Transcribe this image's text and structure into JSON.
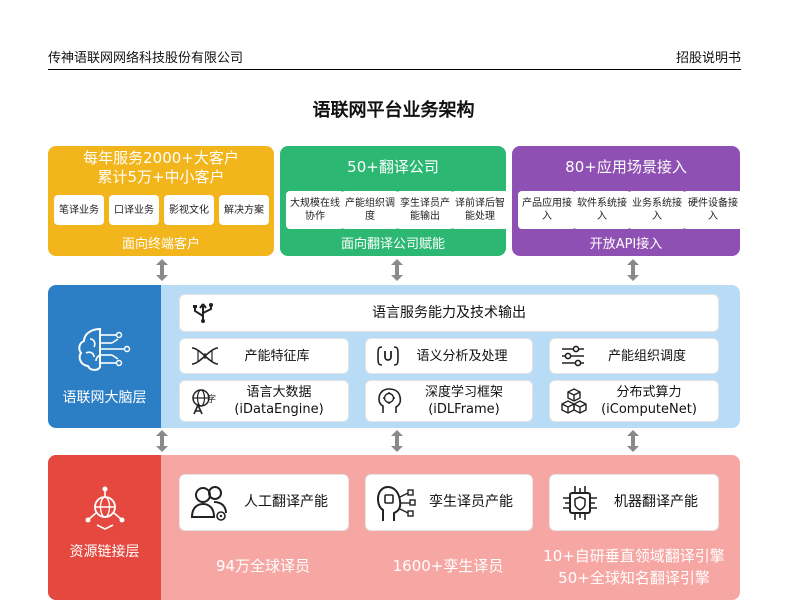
{
  "header": {
    "company": "传神语联网网络科技股份有限公司",
    "doc": "招股说明书"
  },
  "title": "语联网平台业务架构",
  "top": [
    {
      "lines": [
        "每年服务2000+大客户",
        "累计5万+中小客户"
      ],
      "chips": [
        "笔译业务",
        "口译业务",
        "影视文化",
        "解决方案"
      ],
      "footer": "面向终端客户",
      "color": "#f2b51c"
    },
    {
      "lines": [
        "50+翻译公司"
      ],
      "chips": [
        "大规模在线协作",
        "产能组织调度",
        "孪生译员产能输出",
        "译前译后智能处理"
      ],
      "footer": "面向翻译公司赋能",
      "color": "#2cb872"
    },
    {
      "lines": [
        "80+应用场景接入"
      ],
      "chips": [
        "产品应用接入",
        "软件系统接入",
        "业务系统接入",
        "硬件设备接入"
      ],
      "footer": "开放API接入",
      "color": "#8e51b3"
    }
  ],
  "brain": {
    "side_label": "语联网大脑层",
    "banner": "语言服务能力及技术输出",
    "cards": [
      {
        "label": "产能特征库",
        "icon": "dna-icon"
      },
      {
        "label": "语义分析及处理",
        "icon": "semantic-icon"
      },
      {
        "label": "产能组织调度",
        "icon": "sliders-icon"
      },
      {
        "label": "语言大数据\n(iDataEngine)",
        "icon": "globe-language-icon"
      },
      {
        "label": "深度学习框架\n(iDLFrame)",
        "icon": "head-learning-icon"
      },
      {
        "label": "分布式算力\n(iComputeNet)",
        "icon": "cubes-icon"
      }
    ]
  },
  "resource": {
    "side_label": "资源链接层",
    "cards": [
      {
        "label": "人工翻译产能",
        "icon": "people-icon"
      },
      {
        "label": "孪生译员产能",
        "icon": "twin-head-icon"
      },
      {
        "label": "机器翻译产能",
        "icon": "chip-icon"
      }
    ],
    "stats": [
      "94万全球译员",
      "1600+孪生译员",
      "10+自研垂直领域翻译引擎",
      "50+全球知名翻译引擎"
    ]
  },
  "colors": {
    "brain_side": "#2c7fc4",
    "brain_panel": "#b9dcf6",
    "res_side": "#e4483e",
    "res_panel": "#f6a7a4",
    "arrow": "#8a8a8a"
  }
}
